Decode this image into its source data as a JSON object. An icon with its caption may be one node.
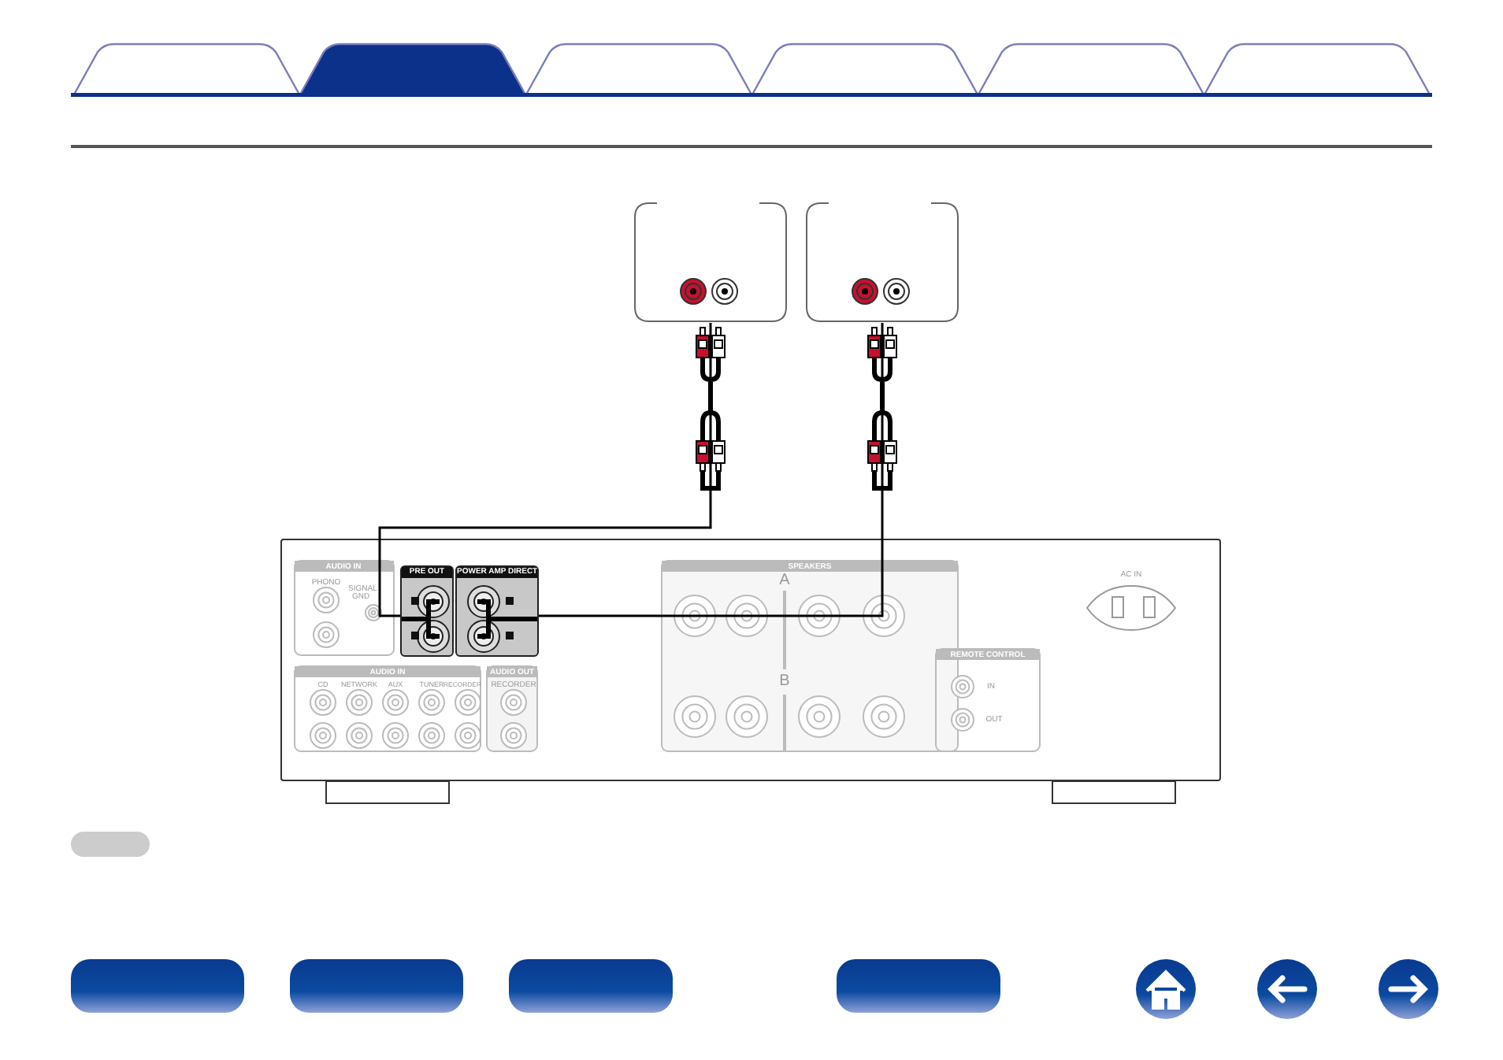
{
  "diagram": {
    "nodes": [
      {
        "text": [],
        "shape": "box"
      },
      {
        "text": [],
        "shape": "box"
      },
      {
        "text": [],
        "shape": "box"
      },
      {
        "text": [
          "PRE OUT"
        ],
        "in": 2
      },
      {
        "text": [
          "POWER AMP DIRECT"
        ],
        "in": 2
      }
    ],
    "edges": [
      {
        "from": 0,
        "to": 3,
        "arrow": "none"
      },
      {
        "from": 1,
        "to": 4,
        "arrow": "none"
      }
    ],
    "labels": [
      "AUDIO IN",
      "PHONO",
      "SIGNAL GND",
      "AUDIO IN",
      "CD",
      "NETWORK",
      "AUX",
      "TUNER",
      "RECORDER",
      "AUDIO OUT",
      "RECORDER",
      "SPEAKERS",
      "A",
      "B",
      "REMOTE CONTROL",
      "IN",
      "OUT",
      "AC IN"
    ]
  }
}
